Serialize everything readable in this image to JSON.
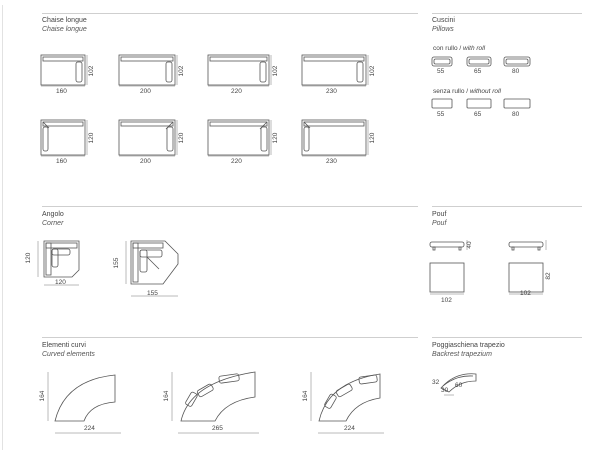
{
  "sections": {
    "chaise": {
      "title": "Chaise longue",
      "subtitle": "Chaise longue"
    },
    "pillows": {
      "title": "Cuscini",
      "subtitle": "Pillows",
      "with_roll": "con rullo / ",
      "with_roll_en": "with roll",
      "without_roll": "senza rullo / ",
      "without_roll_en": "without roll"
    },
    "corner": {
      "title": "Angolo",
      "subtitle": "Corner"
    },
    "pouf": {
      "title": "Pouf",
      "subtitle": "Pouf"
    },
    "curved": {
      "title": "Elementi curvi",
      "subtitle": "Curved elements"
    },
    "backrest": {
      "title": "Poggiaschiena trapezio",
      "subtitle": "Backrest trapezium"
    }
  },
  "chaise_row1": {
    "depth": "102",
    "widths": [
      "160",
      "200",
      "220",
      "230"
    ]
  },
  "chaise_row2": {
    "depth": "120",
    "widths": [
      "160",
      "200",
      "220",
      "230"
    ]
  },
  "pillows_with_roll": [
    "55",
    "65",
    "80"
  ],
  "pillows_without_roll": [
    "55",
    "65",
    "80"
  ],
  "corner_items": [
    {
      "side": "120",
      "width": "120"
    },
    {
      "side": "155",
      "width": "155"
    }
  ],
  "pouf_items": [
    {
      "height": "40",
      "width": "102"
    },
    {
      "height": "82",
      "width": "102"
    }
  ],
  "curved_items": [
    {
      "height": "164",
      "width": "224"
    },
    {
      "height": "164",
      "width": "265"
    },
    {
      "height": "164",
      "width": "224"
    }
  ],
  "trapezium": {
    "a": "32",
    "b": "30",
    "c": "60"
  }
}
